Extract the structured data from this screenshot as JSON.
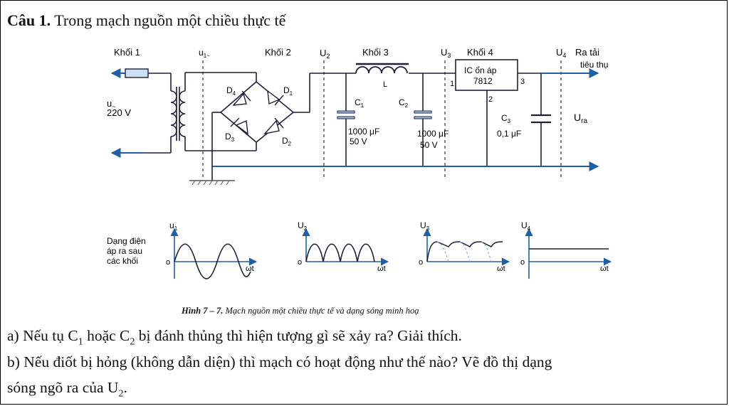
{
  "question": {
    "title_bold": "Câu 1.",
    "title_rest": " Trong mạch nguồn một chiều thực tế",
    "a": [
      "a) Nếu tụ C",
      "1",
      " hoặc C",
      "2",
      " bị đánh thủng thì hiện tượng gì sẽ xảy ra? Giải thích."
    ],
    "b_line1": "b) Nếu điốt bị hỏng (không dẫn diện) thì mạch có hoạt động như thế nào? Vẽ đồ thị dạng",
    "b_line2": [
      "sóng ngõ ra của U",
      "2",
      "."
    ]
  },
  "diagram": {
    "blocks": {
      "khoi1": "Khối 1",
      "khoi2": "Khối 2",
      "khoi3": "Khối 3",
      "khoi4": "Khối 4"
    },
    "nodes": {
      "u1": "u",
      "u1_sub": "1~",
      "u2": "U",
      "u2_sub": "2",
      "u3": "U",
      "u3_sub": "3",
      "u4": "U",
      "u4_sub": "4"
    },
    "load": {
      "line1": "Ra tải",
      "line2": "tiêu thụ"
    },
    "input": {
      "u": "u",
      "u_sub": "~",
      "voltage": "220 V"
    },
    "diodes": {
      "d1": "D",
      "d1_sub": "1",
      "d2": "D",
      "d2_sub": "2",
      "d3": "D",
      "d3_sub": "3",
      "d4": "D",
      "d4_sub": "4"
    },
    "inductor": "L",
    "c1": {
      "name": "C",
      "sub": "1",
      "value": "1000 μF",
      "voltage": "50 V"
    },
    "c2": {
      "name": "C",
      "sub": "2",
      "value": "1000 μF",
      "voltage": "50 V"
    },
    "c3": {
      "name": "C",
      "sub": "3",
      "value": "0,1 μF"
    },
    "ic": {
      "line1": "IC ổn áp",
      "line2": "7812",
      "pin1": "1",
      "pin2": "2",
      "pin3": "3"
    },
    "ura": {
      "name": "U",
      "sub": "ra"
    }
  },
  "waveforms": {
    "label_line1": "Dạng điện",
    "label_line2": "áp ra sau",
    "label_line3": "các khối",
    "graphs": [
      {
        "name": "u",
        "sub": "1",
        "origin": "o",
        "xlabel": "ωt"
      },
      {
        "name": "U",
        "sub": "2",
        "origin": "o",
        "xlabel": "ωt"
      },
      {
        "name": "U",
        "sub": "3",
        "origin": "o",
        "xlabel": "ωt"
      },
      {
        "name": "U",
        "sub": "4",
        "origin": "o",
        "xlabel": "ωt"
      }
    ]
  },
  "caption": {
    "bold": "Hình 7 – 7.",
    "rest": " Mạch nguồn một chiều thực tế và dạng sóng minh hoạ"
  },
  "colors": {
    "wire": "#1f1f3a",
    "blue": "#1e5fa8",
    "lightblue": "#9cc3e8",
    "dashed": "#333333"
  }
}
